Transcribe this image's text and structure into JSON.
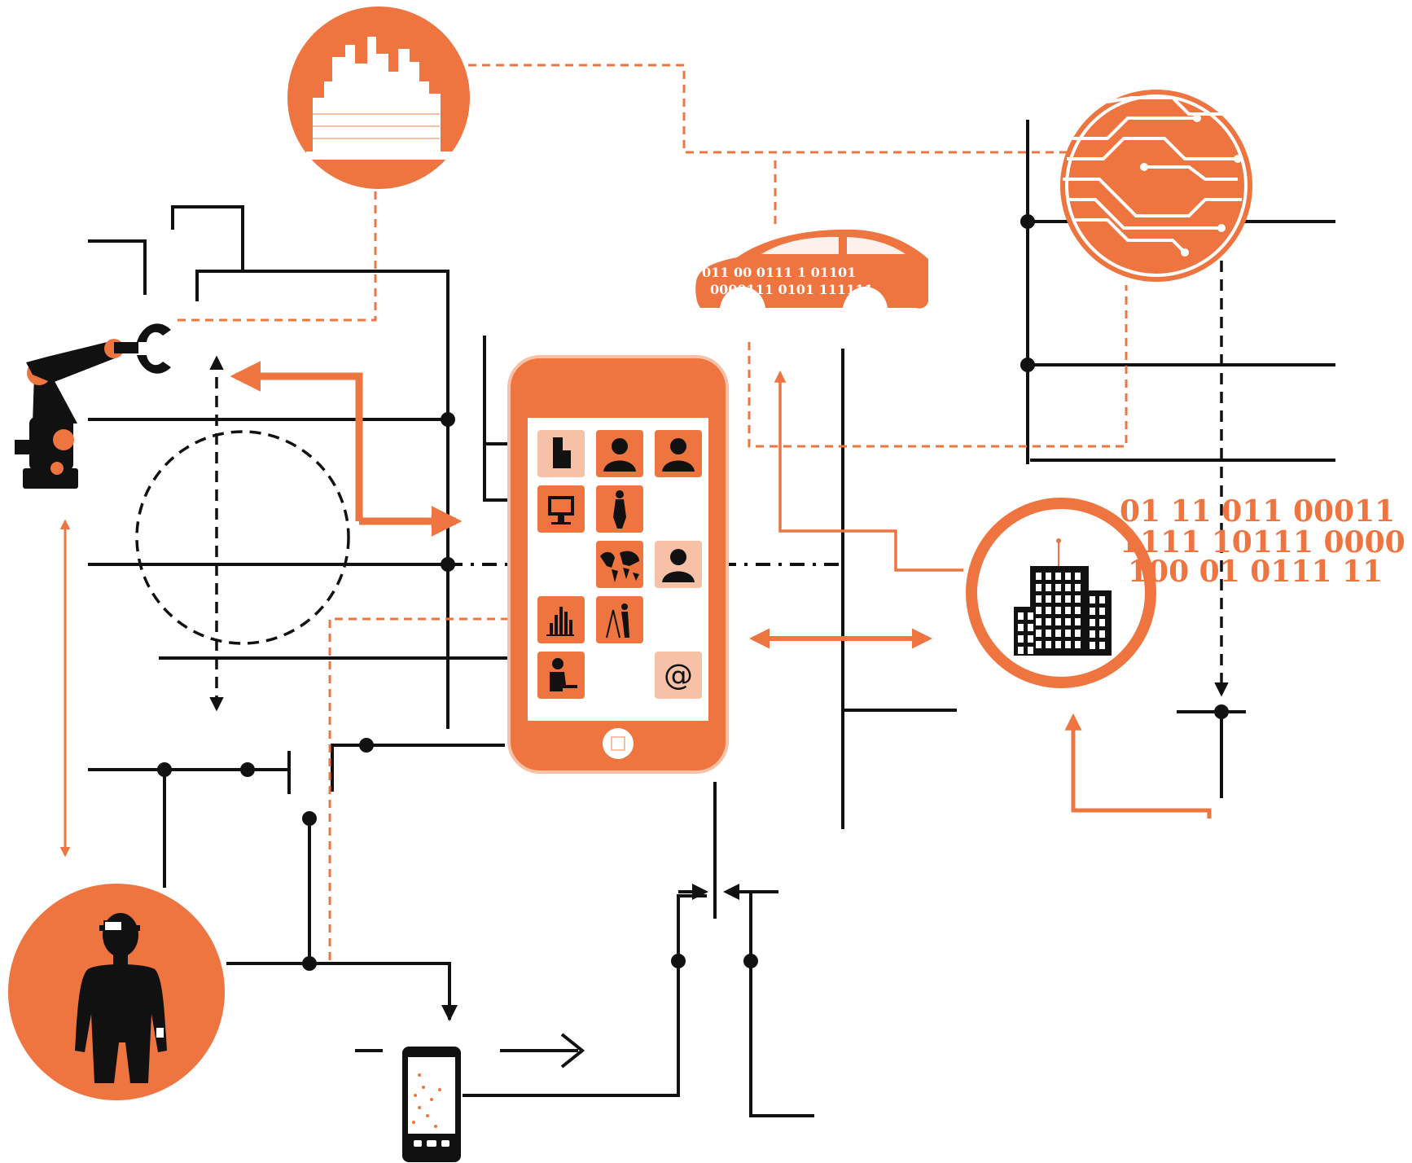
{
  "colors": {
    "accent": "#ee7440",
    "accent_light": "#f6c1a6",
    "line": "#111111",
    "white": "#ffffff"
  },
  "car_binary": {
    "line1": "011 00 0111 1 01101",
    "line2": "0000111 0101 111111"
  },
  "binary_text": {
    "line1": "01 11 011 00011",
    "line2": "1111 10111 0000",
    "line3": "100 01 0111 11"
  },
  "phone_apps": [
    {
      "name": "building-app-icon",
      "icon": "building"
    },
    {
      "name": "person-app-icon",
      "icon": "person"
    },
    {
      "name": "person-app-icon",
      "icon": "person"
    },
    {
      "name": "computer-app-icon",
      "icon": "monitor"
    },
    {
      "name": "woman-app-icon",
      "icon": "woman"
    },
    {
      "name": "empty-app-slot",
      "icon": "none"
    },
    {
      "name": "empty-app-slot",
      "icon": "none"
    },
    {
      "name": "world-map-app-icon",
      "icon": "world-map"
    },
    {
      "name": "person-app-icon",
      "icon": "person"
    },
    {
      "name": "chart-app-icon",
      "icon": "bar-chart"
    },
    {
      "name": "surveyor-app-icon",
      "icon": "surveyor"
    },
    {
      "name": "empty-app-slot",
      "icon": "none"
    },
    {
      "name": "worker-app-icon",
      "icon": "worker"
    },
    {
      "name": "empty-app-slot",
      "icon": "none"
    },
    {
      "name": "email-app-icon",
      "icon": "at-sign"
    }
  ],
  "email_symbol": "@",
  "icons": [
    "city-skyline-icon",
    "circuit-board-icon",
    "smart-car-icon",
    "robot-arm-icon",
    "smartphone-icon",
    "office-building-icon",
    "person-with-smart-glasses-icon",
    "handheld-device-icon"
  ]
}
